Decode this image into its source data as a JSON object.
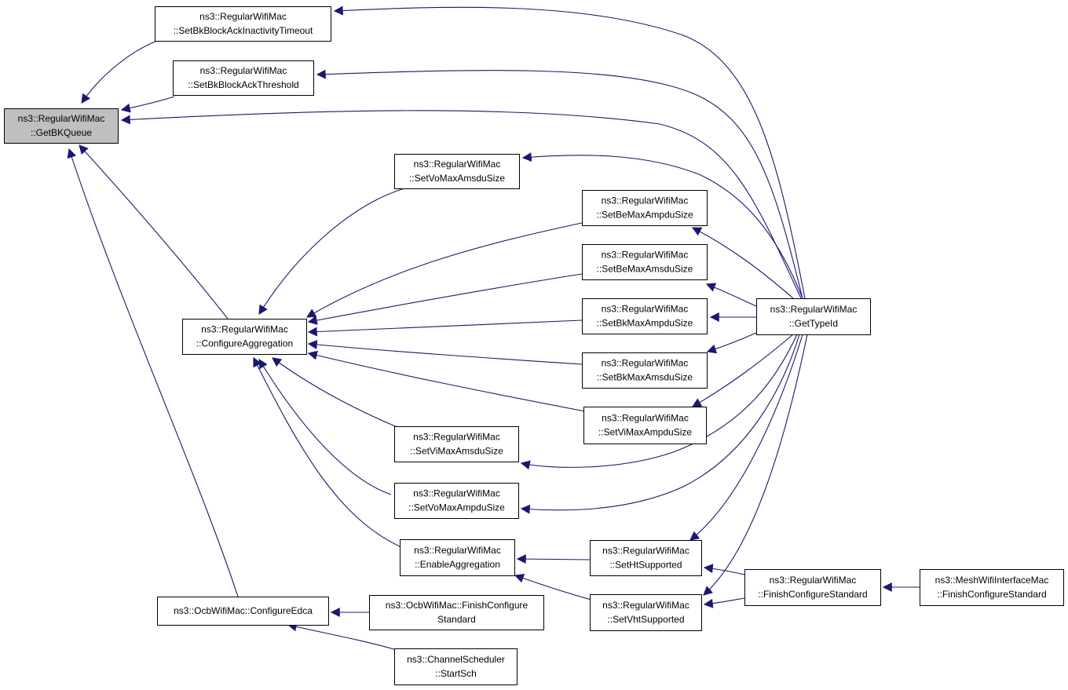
{
  "colors": {
    "edge": "#191970",
    "focus_fill": "#bfbfbf",
    "node_fill": "#ffffff",
    "node_stroke": "#000000"
  },
  "nodes": [
    {
      "id": "getbkqueue",
      "lines": [
        "ns3::RegularWifiMac",
        "::GetBKQueue"
      ],
      "focus": true
    },
    {
      "id": "setbkblockackinactivitytimeout",
      "lines": [
        "ns3::RegularWifiMac",
        "::SetBkBlockAckInactivityTimeout"
      ]
    },
    {
      "id": "setbkblockackthreshold",
      "lines": [
        "ns3::RegularWifiMac",
        "::SetBkBlockAckThreshold"
      ]
    },
    {
      "id": "configureaggregation",
      "lines": [
        "ns3::RegularWifiMac",
        "::ConfigureAggregation"
      ]
    },
    {
      "id": "configureedca",
      "lines": [
        "ns3::OcbWifiMac::ConfigureEdca"
      ]
    },
    {
      "id": "setvomaxamsdusize",
      "lines": [
        "ns3::RegularWifiMac",
        "::SetVoMaxAmsduSize"
      ]
    },
    {
      "id": "setbemaxampdusize",
      "lines": [
        "ns3::RegularWifiMac",
        "::SetBeMaxAmpduSize"
      ]
    },
    {
      "id": "setbemaxamsdusize",
      "lines": [
        "ns3::RegularWifiMac",
        "::SetBeMaxAmsduSize"
      ]
    },
    {
      "id": "setbkmaxampdusize",
      "lines": [
        "ns3::RegularWifiMac",
        "::SetBkMaxAmpduSize"
      ]
    },
    {
      "id": "setbkmaxamsdusize",
      "lines": [
        "ns3::RegularWifiMac",
        "::SetBkMaxAmsduSize"
      ]
    },
    {
      "id": "setvimaxampdusize",
      "lines": [
        "ns3::RegularWifiMac",
        "::SetViMaxAmpduSize"
      ]
    },
    {
      "id": "setvimaxamsdusize",
      "lines": [
        "ns3::RegularWifiMac",
        "::SetViMaxAmsduSize"
      ]
    },
    {
      "id": "setvomaxampdusize",
      "lines": [
        "ns3::RegularWifiMac",
        "::SetVoMaxAmpduSize"
      ]
    },
    {
      "id": "enableaggregation",
      "lines": [
        "ns3::RegularWifiMac",
        "::EnableAggregation"
      ]
    },
    {
      "id": "sethtsupported",
      "lines": [
        "ns3::RegularWifiMac",
        "::SetHtSupported"
      ]
    },
    {
      "id": "setvhtsupported",
      "lines": [
        "ns3::RegularWifiMac",
        "::SetVhtSupported"
      ]
    },
    {
      "id": "gettypeid",
      "lines": [
        "ns3::RegularWifiMac",
        "::GetTypeId"
      ]
    },
    {
      "id": "finishconfigurestandard",
      "lines": [
        "ns3::RegularWifiMac",
        "::FinishConfigureStandard"
      ]
    },
    {
      "id": "meshfinishconfigurestandard",
      "lines": [
        "ns3::MeshWifiInterfaceMac",
        "::FinishConfigureStandard"
      ]
    },
    {
      "id": "ocbfinishconfigurestandard",
      "lines": [
        "ns3::OcbWifiMac::FinishConfigure",
        "Standard"
      ]
    },
    {
      "id": "startsch",
      "lines": [
        "ns3::ChannelScheduler",
        "::StartSch"
      ]
    }
  ],
  "edges": [
    {
      "from": "setbkblockackinactivitytimeout",
      "to": "getbkqueue"
    },
    {
      "from": "setbkblockackthreshold",
      "to": "getbkqueue"
    },
    {
      "from": "gettypeid",
      "to": "getbkqueue"
    },
    {
      "from": "configureaggregation",
      "to": "getbkqueue"
    },
    {
      "from": "configureedca",
      "to": "getbkqueue"
    },
    {
      "from": "gettypeid",
      "to": "setbkblockackinactivitytimeout"
    },
    {
      "from": "gettypeid",
      "to": "setbkblockackthreshold"
    },
    {
      "from": "setvomaxamsdusize",
      "to": "configureaggregation"
    },
    {
      "from": "setbemaxampdusize",
      "to": "configureaggregation"
    },
    {
      "from": "setbemaxamsdusize",
      "to": "configureaggregation"
    },
    {
      "from": "setbkmaxampdusize",
      "to": "configureaggregation"
    },
    {
      "from": "setbkmaxamsdusize",
      "to": "configureaggregation"
    },
    {
      "from": "setvimaxampdusize",
      "to": "configureaggregation"
    },
    {
      "from": "setvimaxamsdusize",
      "to": "configureaggregation"
    },
    {
      "from": "setvomaxampdusize",
      "to": "configureaggregation"
    },
    {
      "from": "enableaggregation",
      "to": "configureaggregation"
    },
    {
      "from": "gettypeid",
      "to": "setvomaxamsdusize"
    },
    {
      "from": "gettypeid",
      "to": "setbemaxampdusize"
    },
    {
      "from": "gettypeid",
      "to": "setbemaxamsdusize"
    },
    {
      "from": "gettypeid",
      "to": "setbkmaxampdusize"
    },
    {
      "from": "gettypeid",
      "to": "setbkmaxamsdusize"
    },
    {
      "from": "gettypeid",
      "to": "setvimaxampdusize"
    },
    {
      "from": "gettypeid",
      "to": "setvimaxamsdusize"
    },
    {
      "from": "gettypeid",
      "to": "setvomaxampdusize"
    },
    {
      "from": "sethtsupported",
      "to": "enableaggregation"
    },
    {
      "from": "setvhtsupported",
      "to": "enableaggregation"
    },
    {
      "from": "gettypeid",
      "to": "sethtsupported"
    },
    {
      "from": "gettypeid",
      "to": "setvhtsupported"
    },
    {
      "from": "finishconfigurestandard",
      "to": "sethtsupported"
    },
    {
      "from": "finishconfigurestandard",
      "to": "setvhtsupported"
    },
    {
      "from": "meshfinishconfigurestandard",
      "to": "finishconfigurestandard"
    },
    {
      "from": "ocbfinishconfigurestandard",
      "to": "configureedca"
    },
    {
      "from": "startsch",
      "to": "configureedca"
    }
  ]
}
